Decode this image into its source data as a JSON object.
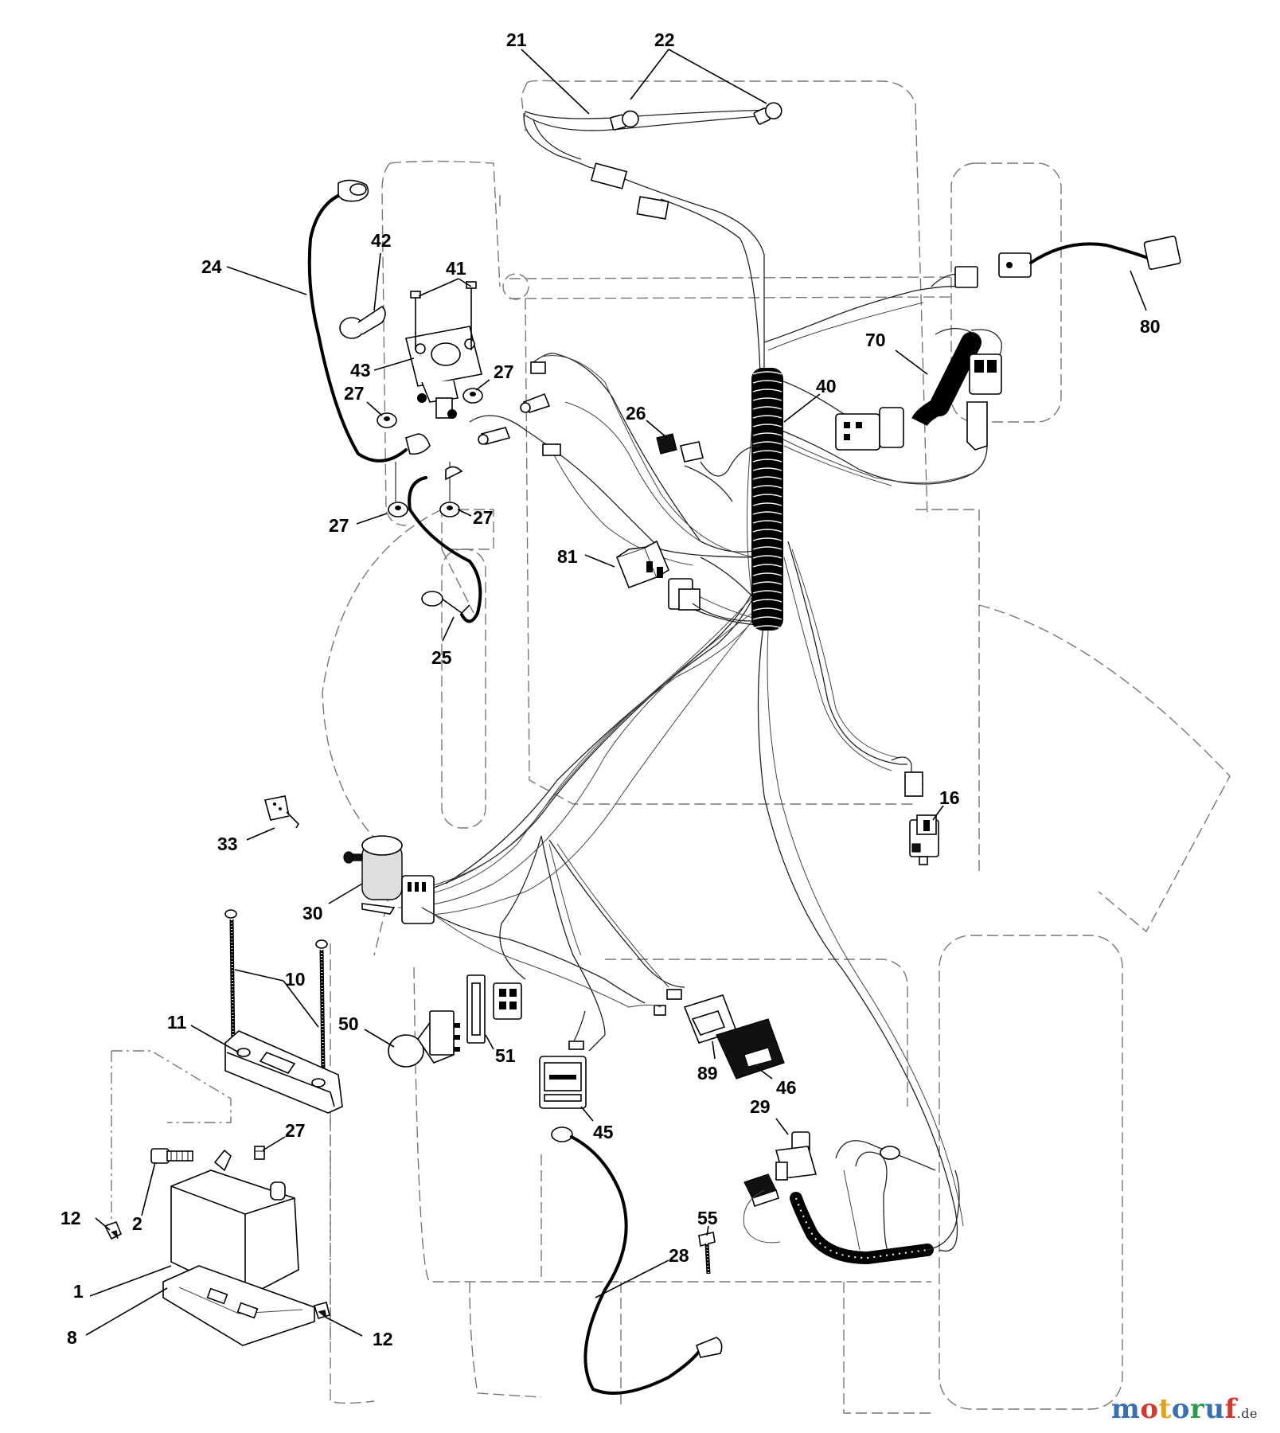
{
  "callouts": {
    "c21": "21",
    "c22": "22",
    "c42": "42",
    "c41": "41",
    "c24": "24",
    "c43": "43",
    "c27a": "27",
    "c27b": "27",
    "c27c": "27",
    "c27d": "27",
    "c27e": "27",
    "c40": "40",
    "c70": "70",
    "c80": "80",
    "c26": "26",
    "c81": "81",
    "c25": "25",
    "c16": "16",
    "c33": "33",
    "c30": "30",
    "c10": "10",
    "c11": "11",
    "c50": "50",
    "c51": "51",
    "c89": "89",
    "c46": "46",
    "c45": "45",
    "c29": "29",
    "c12a": "12",
    "c2": "2",
    "c55": "55",
    "c28": "28",
    "c1": "1",
    "c8": "8",
    "c12b": "12"
  },
  "watermark": {
    "brand": "motoruf",
    "domain": ".de"
  },
  "colors": {
    "line": "#000000",
    "outline": "#777777",
    "background": "#ffffff"
  }
}
